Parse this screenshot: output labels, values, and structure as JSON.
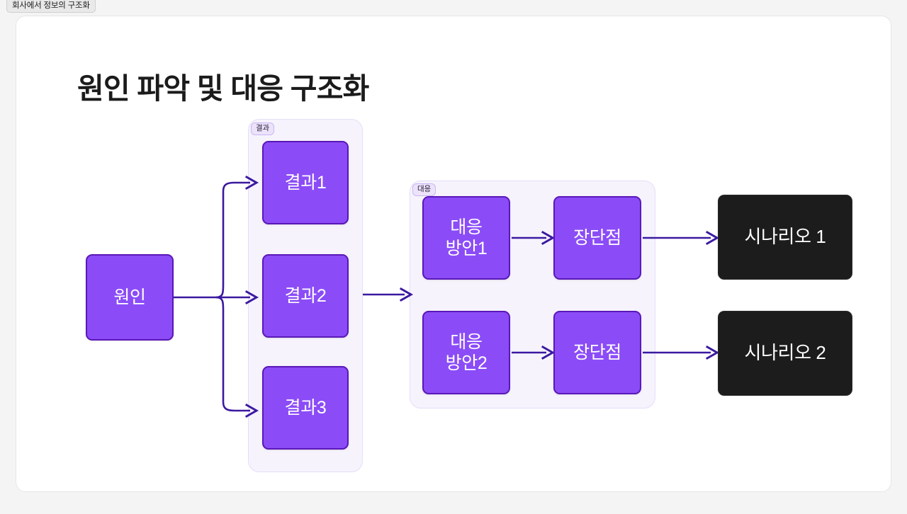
{
  "window": {
    "tab_label": "회사에서 정보의 구조화"
  },
  "page": {
    "title": "원인 파악 및 대응 구조화"
  },
  "groups": [
    {
      "id": "result",
      "label": "결과"
    },
    {
      "id": "response",
      "label": "대응"
    }
  ],
  "nodes": {
    "cause": {
      "label": "원인",
      "color": "#8b4cf7",
      "text_color": "#ffffff"
    },
    "result_1": {
      "label": "결과1",
      "color": "#8b4cf7",
      "text_color": "#ffffff"
    },
    "result_2": {
      "label": "결과2",
      "color": "#8b4cf7",
      "text_color": "#ffffff"
    },
    "result_3": {
      "label": "결과3",
      "color": "#8b4cf7",
      "text_color": "#ffffff"
    },
    "plan_1_line1": "대응",
    "plan_1_line2": "방안1",
    "plan_2_line1": "대응",
    "plan_2_line2": "방안2",
    "pros_1": {
      "label": "장단점",
      "color": "#8b4cf7",
      "text_color": "#ffffff"
    },
    "pros_2": {
      "label": "장단점",
      "color": "#8b4cf7",
      "text_color": "#ffffff"
    },
    "scenario_1": {
      "label": "시나리오 1",
      "color": "#1c1c1c",
      "text_color": "#ffffff"
    },
    "scenario_2": {
      "label": "시나리오 2",
      "color": "#1c1c1c",
      "text_color": "#ffffff"
    }
  },
  "colors": {
    "canvas": "#f4f4f4",
    "card": "#ffffff",
    "node_purple": "#8b4cf7",
    "node_purple_border": "#5a18b8",
    "node_dark": "#1c1c1c",
    "group_fill": "#f6f3fd",
    "group_border": "#e5def8",
    "group_label_fill": "#ece3fb",
    "edge": "#3b19a0",
    "title_text": "#1b1b1b"
  },
  "edges": [
    {
      "from": "cause",
      "to": "result_1"
    },
    {
      "from": "cause",
      "to": "result_2"
    },
    {
      "from": "cause",
      "to": "result_3"
    },
    {
      "from": "result_group",
      "to": "response_group"
    },
    {
      "from": "plan_1",
      "to": "pros_1"
    },
    {
      "from": "plan_2",
      "to": "pros_2"
    },
    {
      "from": "pros_1",
      "to": "scenario_1"
    },
    {
      "from": "pros_2",
      "to": "scenario_2"
    }
  ]
}
